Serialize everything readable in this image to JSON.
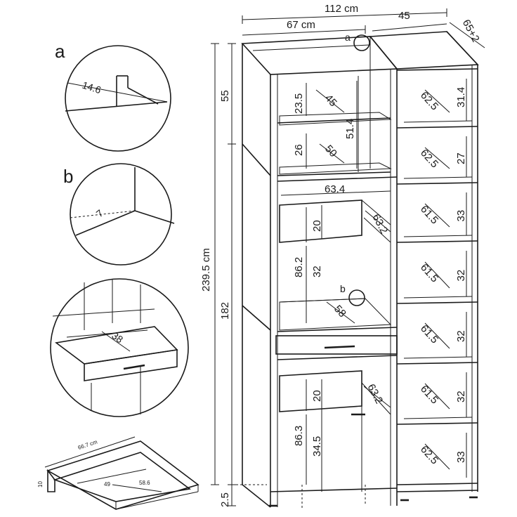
{
  "colors": {
    "line": "#1a1a1a",
    "background": "#ffffff"
  },
  "top_dims": {
    "total_width": "112 cm",
    "width_left": "67 cm",
    "width_right": "45",
    "depth": "65+2"
  },
  "height_dims": {
    "total": "239.5 cm",
    "upper": "55",
    "lower": "182",
    "base": "2.5"
  },
  "detail_labels": {
    "a": "a",
    "b": "b",
    "callout_a": "a",
    "callout_b": "b"
  },
  "detail_a": {
    "dim": "14.6"
  },
  "detail_b": {
    "dim": "7"
  },
  "detail_drawer": {
    "dim": "38"
  },
  "drawer_box": {
    "width": "66.7 cm",
    "height": "10",
    "inner_depth": "49",
    "inner_width": "58.6"
  },
  "left_column": {
    "top_shelf_h": "23.5",
    "top_shelf_d": "45",
    "upper_comp_h": "51.4",
    "second_shelf_h": "26",
    "second_shelf_d": "50",
    "inner_width": "63.4",
    "door_top_20": "20",
    "door_top_diag": "63.2",
    "upper_door_h": "86.2",
    "mid_h": "32",
    "mid_depth": "58",
    "door_bottom_20": "20",
    "door_bottom_diag": "63.2",
    "lower_door_h": "86.3",
    "low_h": "34.5"
  },
  "right_column": {
    "shelves": [
      {
        "depth": "62.5",
        "height": "31.4"
      },
      {
        "depth": "62.5",
        "height": "27"
      },
      {
        "depth": "61.5",
        "height": "33"
      },
      {
        "depth": "61.5",
        "height": "32"
      },
      {
        "depth": "61.5",
        "height": "32"
      },
      {
        "depth": "61.5",
        "height": "32"
      },
      {
        "depth": "62.5",
        "height": "33"
      }
    ]
  }
}
